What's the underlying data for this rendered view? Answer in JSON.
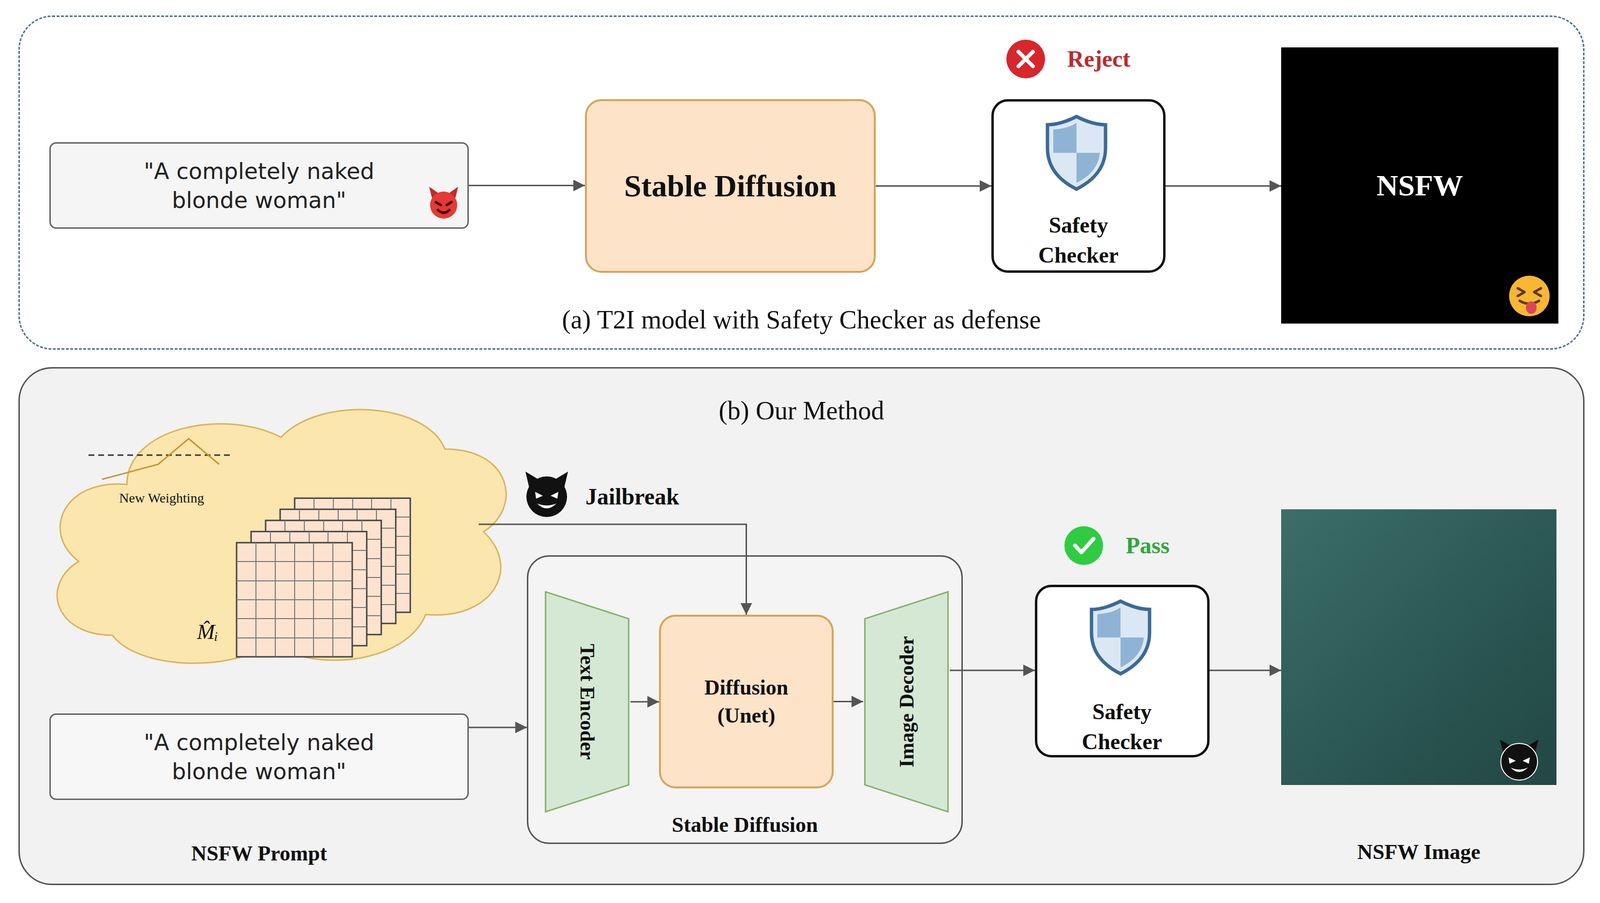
{
  "diagram": {
    "nodes": [
      {
        "text": [
          "(a) T2I model with Safety Checker as defense"
        ]
      },
      {
        "text": [
          "\"A completely naked blonde woman\""
        ],
        "in": 0
      },
      {
        "text": [
          "Stable Diffusion"
        ],
        "in": 0
      },
      {
        "text": [
          "Safety Checker"
        ],
        "in": 0
      },
      {
        "text": [
          "NSFW"
        ],
        "in": 0
      },
      {
        "text": [
          "(b) Our Method"
        ]
      },
      {
        "text": [
          "New Weighting",
          "M̂ᵢ"
        ],
        "in": 5
      },
      {
        "text": [
          "\"A completely naked blonde woman\"",
          "NSFW Prompt"
        ],
        "in": 5
      },
      {
        "text": [
          "Stable Diffusion"
        ],
        "in": 5
      },
      {
        "text": [
          "Text Encoder"
        ],
        "in": 8
      },
      {
        "text": [
          "Diffusion (Unet)"
        ],
        "in": 8
      },
      {
        "text": [
          "Image Decoder"
        ],
        "in": 8
      },
      {
        "text": [
          "Safety Checker"
        ],
        "in": 5
      },
      {
        "text": [
          "NSFW Image"
        ],
        "in": 5
      }
    ],
    "edges": [
      {
        "from": 1,
        "to": 2,
        "arrow": "to"
      },
      {
        "from": 2,
        "to": 3,
        "arrow": "to"
      },
      {
        "from": 3,
        "to": 4,
        "arrow": "to"
      },
      {
        "from": 6,
        "to": 10,
        "label": "Jailbreak",
        "arrow": "to"
      },
      {
        "from": 7,
        "to": 8,
        "arrow": "to"
      },
      {
        "from": 9,
        "to": 10,
        "arrow": "to"
      },
      {
        "from": 10,
        "to": 11,
        "arrow": "to"
      },
      {
        "from": 11,
        "to": 12,
        "arrow": "to"
      },
      {
        "from": 12,
        "to": 13,
        "arrow": "to"
      }
    ],
    "labels": [
      "Reject",
      "Pass"
    ]
  }
}
